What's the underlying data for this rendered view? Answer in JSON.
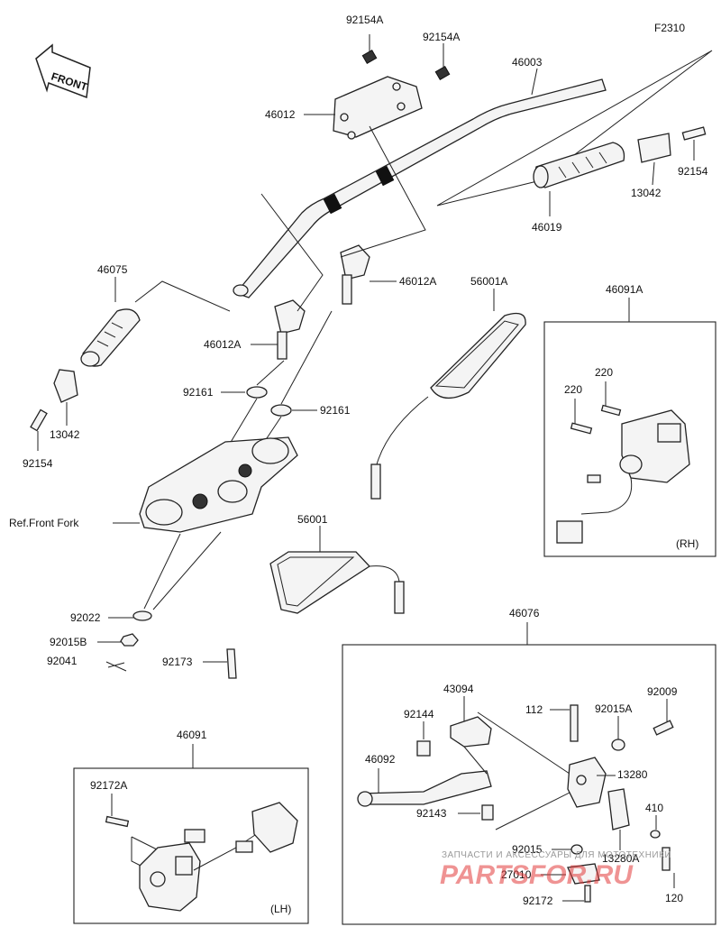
{
  "figure_code": "F2310",
  "front_label": "FRONT",
  "ref_label": "Ref.Front Fork",
  "box_rh_label": "(RH)",
  "box_lh_label": "(LH)",
  "parts": {
    "p92154A_1": "92154A",
    "p92154A_2": "92154A",
    "p46003": "46003",
    "p46012": "46012",
    "p46012A_1": "46012A",
    "p46012A_2": "46012A",
    "p92154_1": "92154",
    "p13042_1": "13042",
    "p46019": "46019",
    "p46075": "46075",
    "p13042_2": "13042",
    "p92154_2": "92154",
    "p92161_1": "92161",
    "p92161_2": "92161",
    "p56001A": "56001A",
    "p46091A": "46091A",
    "p220_1": "220",
    "p220_2": "220",
    "p56001": "56001",
    "p92022": "92022",
    "p92015B": "92015B",
    "p92041": "92041",
    "p92173": "92173",
    "p46076": "46076",
    "p43094": "43094",
    "p92144": "92144",
    "p112": "112",
    "p92015A": "92015A",
    "p92009": "92009",
    "p46092": "46092",
    "p13280": "13280",
    "p92143": "92143",
    "p410": "410",
    "p92015": "92015",
    "p13280A": "13280A",
    "p27010": "27010",
    "p120": "120",
    "p92172": "92172",
    "p46091": "46091",
    "p92172A": "92172A"
  },
  "watermark": {
    "line1": "ЗАПЧАСТИ И АКСЕССУАРЫ ДЛЯ МОТОТЕХНИКИ",
    "line2": "PARTSFOR.RU"
  },
  "colors": {
    "line": "#222222",
    "watermark_red": "#e23a3a",
    "watermark_gray": "#9a9a9a"
  }
}
